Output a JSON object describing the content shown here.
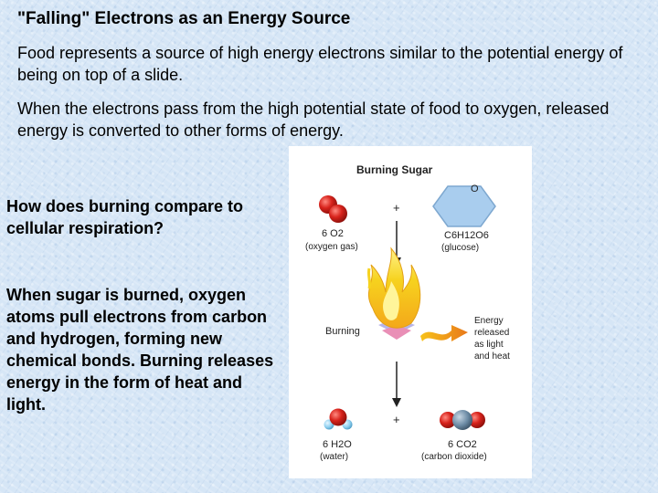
{
  "slide": {
    "title": "\"Falling\" Electrons as an Energy Source",
    "paragraph1": "Food represents a source of high energy electrons similar to the potential energy of being on top of a slide.",
    "paragraph2": "When the electrons pass from the high potential state of food to oxygen, released energy is converted to other forms of energy.",
    "question": "How does burning compare to cellular respiration?",
    "answer": "When sugar is burned, oxygen atoms pull electrons from carbon and hydrogen, forming new chemical bonds. Burning releases energy in the form of heat and light."
  },
  "figure": {
    "title": "Burning Sugar",
    "o2_formula": "6 O2",
    "o2_name": "(oxygen gas)",
    "glucose_formula": "C6H12O6",
    "glucose_name": "(glucose)",
    "ring_atom": "O",
    "plus": "+",
    "process_label": "Burning",
    "energy_line1": "Energy",
    "energy_line2": "released",
    "energy_line3": "as light",
    "energy_line4": "and heat",
    "water_formula": "6 H2O",
    "water_name": "(water)",
    "co2_formula": "6 CO2",
    "co2_name": "(carbon dioxide)",
    "colors": {
      "oxygen": "#d8231c",
      "hydrogen": "#8fd0f0",
      "carbon": "#6d8ca6",
      "glucose_ring": "#a9cdee",
      "flame_outer": "#f2c21c",
      "flame_inner": "#fff07a",
      "arrow": "#f0a418"
    }
  }
}
